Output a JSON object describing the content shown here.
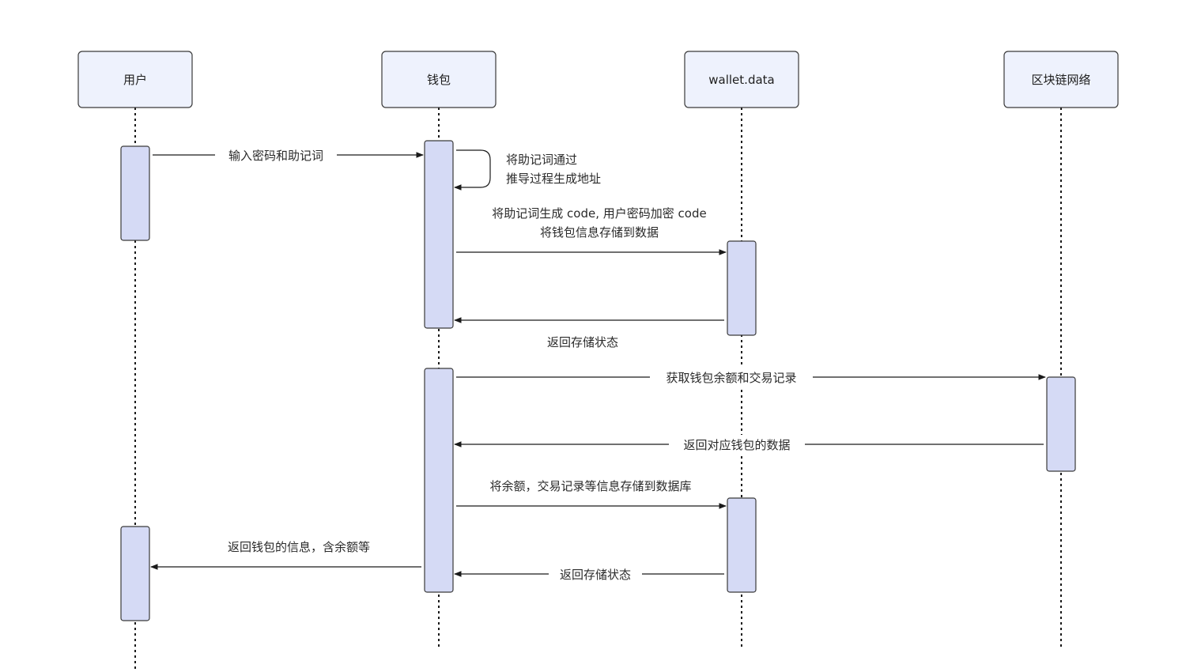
{
  "actors": [
    {
      "id": "user",
      "label": "用户"
    },
    {
      "id": "wallet",
      "label": "钱包"
    },
    {
      "id": "walletdata",
      "label": "wallet.data"
    },
    {
      "id": "chain",
      "label": "区块链网络"
    }
  ],
  "messages": [
    {
      "id": "m1",
      "lines": [
        "输入密码和助记词"
      ]
    },
    {
      "id": "m2",
      "lines": [
        "将助记词通过",
        "推导过程生成地址"
      ]
    },
    {
      "id": "m3",
      "lines": [
        "将助记词生成 code, 用户密码加密 code",
        "将钱包信息存储到数据"
      ]
    },
    {
      "id": "m4",
      "lines": [
        "返回存储状态"
      ]
    },
    {
      "id": "m5",
      "lines": [
        "获取钱包余额和交易记录"
      ]
    },
    {
      "id": "m6",
      "lines": [
        "返回对应钱包的数据"
      ]
    },
    {
      "id": "m7",
      "lines": [
        "将余额，交易记录等信息存储到数据库"
      ]
    },
    {
      "id": "m8",
      "lines": [
        "返回钱包的信息，含余额等"
      ]
    },
    {
      "id": "m9",
      "lines": [
        "返回存储状态"
      ]
    }
  ]
}
